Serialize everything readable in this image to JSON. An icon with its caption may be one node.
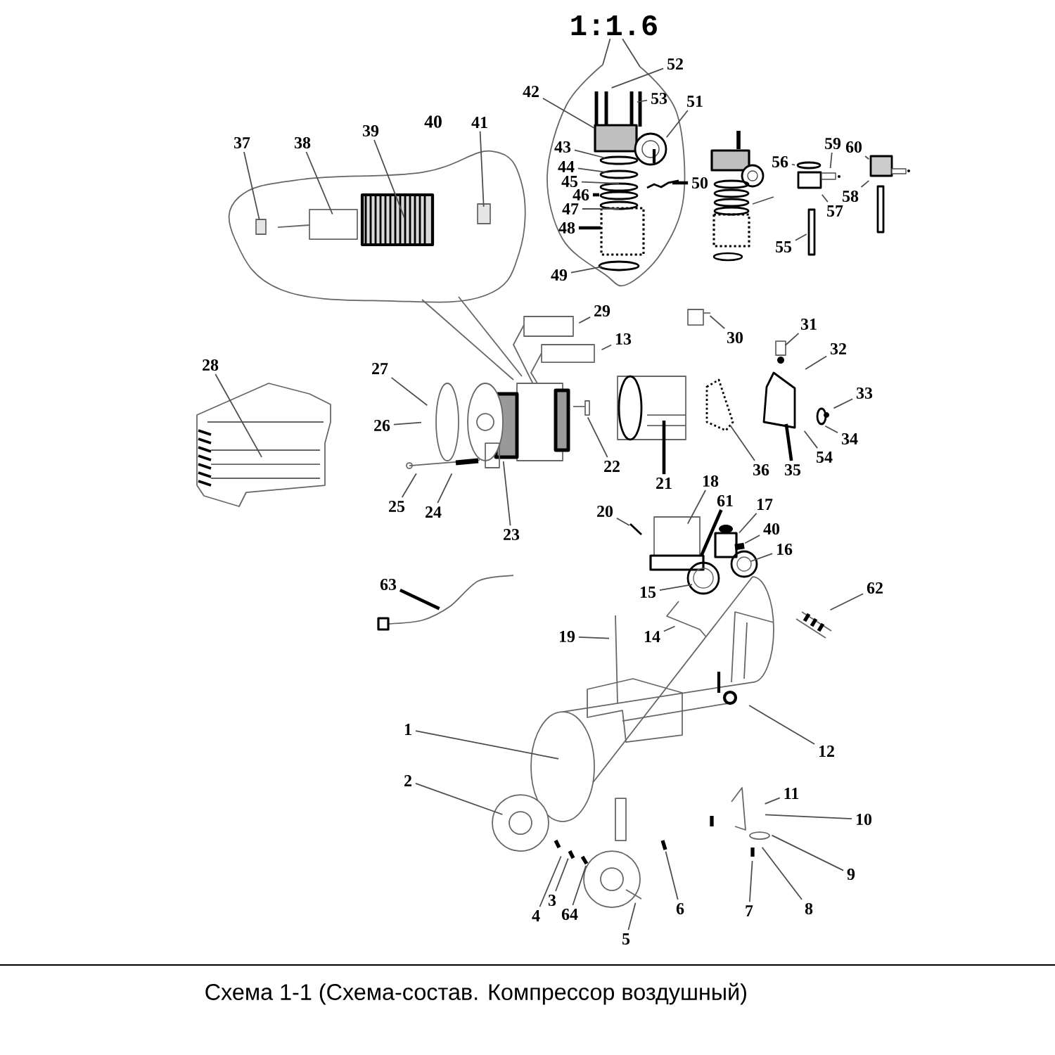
{
  "diagram": {
    "caption": "Схема 1-1 (Схема-состав. Компрессор воздушный)",
    "nodes": [
      {
        "text": [
          "1:1.6"
        ]
      },
      {
        "text": [
          "1"
        ]
      },
      {
        "text": [
          "2"
        ]
      },
      {
        "text": [
          "3"
        ]
      },
      {
        "text": [
          "4"
        ]
      },
      {
        "text": [
          "5"
        ]
      },
      {
        "text": [
          "6"
        ]
      },
      {
        "text": [
          "7"
        ]
      },
      {
        "text": [
          "8"
        ]
      },
      {
        "text": [
          "9"
        ]
      },
      {
        "text": [
          "10"
        ]
      },
      {
        "text": [
          "11"
        ]
      },
      {
        "text": [
          "12"
        ]
      },
      {
        "text": [
          "13"
        ]
      },
      {
        "text": [
          "14"
        ]
      },
      {
        "text": [
          "15"
        ]
      },
      {
        "text": [
          "16"
        ]
      },
      {
        "text": [
          "17"
        ]
      },
      {
        "text": [
          "18"
        ]
      },
      {
        "text": [
          "19"
        ]
      },
      {
        "text": [
          "20"
        ]
      },
      {
        "text": [
          "21"
        ]
      },
      {
        "text": [
          "22"
        ]
      },
      {
        "text": [
          "23"
        ]
      },
      {
        "text": [
          "24"
        ]
      },
      {
        "text": [
          "25"
        ]
      },
      {
        "text": [
          "26"
        ]
      },
      {
        "text": [
          "27"
        ]
      },
      {
        "text": [
          "28"
        ]
      },
      {
        "text": [
          "29"
        ]
      },
      {
        "text": [
          "30"
        ]
      },
      {
        "text": [
          "31"
        ]
      },
      {
        "text": [
          "32"
        ]
      },
      {
        "text": [
          "33"
        ]
      },
      {
        "text": [
          "34"
        ]
      },
      {
        "text": [
          "35"
        ]
      },
      {
        "text": [
          "36"
        ]
      },
      {
        "text": [
          "37"
        ]
      },
      {
        "text": [
          "38"
        ]
      },
      {
        "text": [
          "39"
        ]
      },
      {
        "text": [
          "40"
        ]
      },
      {
        "text": [
          "41"
        ]
      },
      {
        "text": [
          "42"
        ]
      },
      {
        "text": [
          "43"
        ]
      },
      {
        "text": [
          "44"
        ]
      },
      {
        "text": [
          "45"
        ]
      },
      {
        "text": [
          "46"
        ]
      },
      {
        "text": [
          "47"
        ]
      },
      {
        "text": [
          "48"
        ]
      },
      {
        "text": [
          "49"
        ]
      },
      {
        "text": [
          "50"
        ]
      },
      {
        "text": [
          "51"
        ]
      },
      {
        "text": [
          "52"
        ]
      },
      {
        "text": [
          "53"
        ]
      },
      {
        "text": [
          "54"
        ]
      },
      {
        "text": [
          "55"
        ]
      },
      {
        "text": [
          "56"
        ]
      },
      {
        "text": [
          "57"
        ]
      },
      {
        "text": [
          "58"
        ]
      },
      {
        "text": [
          "59"
        ]
      },
      {
        "text": [
          "60"
        ]
      },
      {
        "text": [
          "61"
        ]
      },
      {
        "text": [
          "62"
        ]
      },
      {
        "text": [
          "63"
        ]
      },
      {
        "text": [
          "64"
        ]
      }
    ],
    "edges": [
      {
        "from": 0,
        "to": null,
        "arrow": "none"
      },
      {
        "from": 0,
        "to": null,
        "arrow": "none"
      },
      {
        "from": 1,
        "to": null,
        "arrow": "none"
      },
      {
        "from": 2,
        "to": null,
        "arrow": "none"
      },
      {
        "from": 3,
        "to": null,
        "arrow": "none"
      },
      {
        "from": 4,
        "to": null,
        "arrow": "none"
      },
      {
        "from": 5,
        "to": null,
        "arrow": "none"
      },
      {
        "from": 6,
        "to": null,
        "arrow": "none"
      },
      {
        "from": 7,
        "to": null,
        "arrow": "none"
      },
      {
        "from": 8,
        "to": null,
        "arrow": "none"
      },
      {
        "from": 9,
        "to": null,
        "arrow": "none"
      },
      {
        "from": 10,
        "to": null,
        "arrow": "none"
      },
      {
        "from": 11,
        "to": null,
        "arrow": "none"
      },
      {
        "from": 12,
        "to": null,
        "arrow": "none"
      },
      {
        "from": 13,
        "to": null,
        "arrow": "none"
      },
      {
        "from": 14,
        "to": null,
        "arrow": "none"
      },
      {
        "from": 15,
        "to": null,
        "arrow": "none"
      },
      {
        "from": 16,
        "to": null,
        "arrow": "none"
      },
      {
        "from": 17,
        "to": null,
        "arrow": "none"
      },
      {
        "from": 18,
        "to": null,
        "arrow": "none"
      },
      {
        "from": 19,
        "to": null,
        "arrow": "none"
      },
      {
        "from": 20,
        "to": null,
        "arrow": "none"
      },
      {
        "from": 21,
        "to": null,
        "arrow": "none",
        "style": "thick"
      },
      {
        "from": 22,
        "to": null,
        "arrow": "none"
      },
      {
        "from": 23,
        "to": null,
        "arrow": "none"
      },
      {
        "from": 24,
        "to": null,
        "arrow": "none"
      },
      {
        "from": 25,
        "to": null,
        "arrow": "none"
      },
      {
        "from": 26,
        "to": null,
        "arrow": "none"
      },
      {
        "from": 27,
        "to": null,
        "arrow": "none"
      },
      {
        "from": 28,
        "to": null,
        "arrow": "none"
      },
      {
        "from": 29,
        "to": null,
        "arrow": "none"
      },
      {
        "from": 30,
        "to": null,
        "arrow": "none"
      },
      {
        "from": 31,
        "to": null,
        "arrow": "none"
      },
      {
        "from": 32,
        "to": null,
        "arrow": "none"
      },
      {
        "from": 33,
        "to": null,
        "arrow": "none"
      },
      {
        "from": 34,
        "to": null,
        "arrow": "none"
      },
      {
        "from": 35,
        "to": null,
        "arrow": "none",
        "style": "thick"
      },
      {
        "from": 36,
        "to": null,
        "arrow": "none"
      },
      {
        "from": 37,
        "to": null,
        "arrow": "none"
      },
      {
        "from": 38,
        "to": null,
        "arrow": "none"
      },
      {
        "from": 39,
        "to": null,
        "arrow": "none"
      },
      {
        "from": 40,
        "to": null,
        "arrow": "none"
      },
      {
        "from": 41,
        "to": null,
        "arrow": "none"
      },
      {
        "from": 42,
        "to": null,
        "arrow": "none"
      },
      {
        "from": 43,
        "to": null,
        "arrow": "none"
      },
      {
        "from": 44,
        "to": null,
        "arrow": "none"
      },
      {
        "from": 45,
        "to": null,
        "arrow": "none"
      },
      {
        "from": 46,
        "to": null,
        "arrow": "none",
        "style": "thick"
      },
      {
        "from": 47,
        "to": null,
        "arrow": "none"
      },
      {
        "from": 48,
        "to": null,
        "arrow": "none",
        "style": "thick"
      },
      {
        "from": 49,
        "to": null,
        "arrow": "none"
      },
      {
        "from": 50,
        "to": null,
        "arrow": "none",
        "style": "thick"
      },
      {
        "from": 51,
        "to": null,
        "arrow": "none"
      },
      {
        "from": 52,
        "to": null,
        "arrow": "none"
      },
      {
        "from": 53,
        "to": null,
        "arrow": "none"
      },
      {
        "from": 54,
        "to": null,
        "arrow": "none"
      },
      {
        "from": 55,
        "to": null,
        "arrow": "none"
      },
      {
        "from": 56,
        "to": null,
        "arrow": "none"
      },
      {
        "from": 57,
        "to": null,
        "arrow": "none"
      },
      {
        "from": 58,
        "to": null,
        "arrow": "none"
      },
      {
        "from": 59,
        "to": null,
        "arrow": "none"
      },
      {
        "from": 60,
        "to": null,
        "arrow": "none"
      },
      {
        "from": 61,
        "to": null,
        "arrow": "none",
        "style": "thick"
      },
      {
        "from": 62,
        "to": null,
        "arrow": "none"
      },
      {
        "from": 63,
        "to": null,
        "arrow": "none",
        "style": "thick"
      },
      {
        "from": 64,
        "to": null,
        "arrow": "none"
      }
    ],
    "labels": [
      "40"
    ]
  }
}
